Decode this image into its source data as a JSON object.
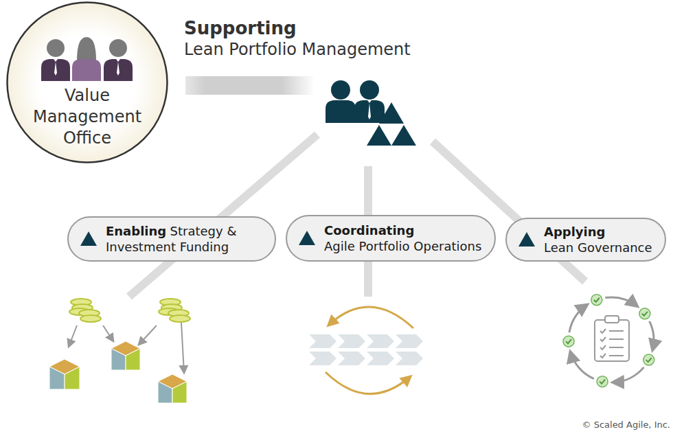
{
  "diagram": {
    "nodes": [
      {
        "text": [
          "Value Management Office"
        ]
      },
      {
        "text": [
          "Enabling",
          "Strategy & Investment Funding"
        ]
      },
      {
        "text": [
          "Coordinating",
          "Agile Portfolio Operations"
        ]
      },
      {
        "text": [
          "Applying",
          "Lean Governance"
        ]
      }
    ],
    "labels": [
      "Supporting",
      "Lean Portfolio Management",
      "© Scaled Agile, Inc."
    ]
  }
}
